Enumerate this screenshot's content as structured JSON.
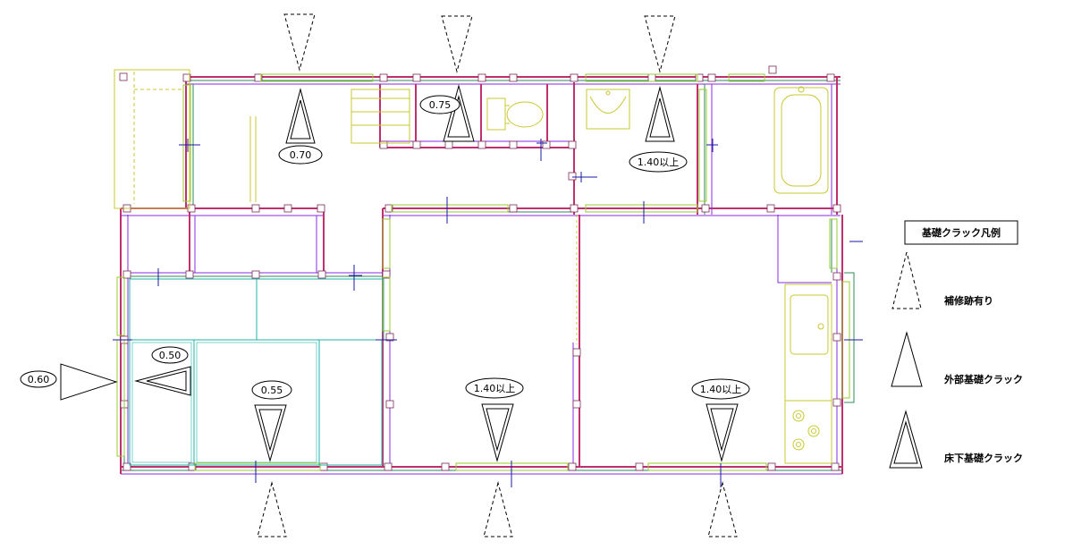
{
  "legend": {
    "title": "基礎クラック凡例",
    "items": [
      {
        "label": "補修跡有り",
        "icon": "dashed-triangle-icon"
      },
      {
        "label": "外部基礎クラック",
        "icon": "outline-triangle-icon"
      },
      {
        "label": "床下基礎クラック",
        "icon": "double-triangle-icon"
      }
    ]
  },
  "crack_markers": [
    {
      "id": "west-ext",
      "label": "0.60",
      "type": "exterior"
    },
    {
      "id": "entry-floor",
      "label": "0.70",
      "type": "underfloor"
    },
    {
      "id": "toilet-floor",
      "label": "0.75",
      "type": "underfloor"
    },
    {
      "id": "wash-floor",
      "label": "1.40以上",
      "type": "underfloor"
    },
    {
      "id": "tatami-small-floor",
      "label": "0.50",
      "type": "underfloor"
    },
    {
      "id": "tatami-room-floor",
      "label": "0.55",
      "type": "underfloor"
    },
    {
      "id": "living-floor",
      "label": "1.40以上",
      "type": "underfloor"
    },
    {
      "id": "dining-floor",
      "label": "1.40以上",
      "type": "underfloor"
    }
  ],
  "colors": {
    "wall_outer": "#c0306e",
    "wall_inner": "#8a2be2",
    "frame": "#2e8b57",
    "fixture": "#c8c832",
    "tatami": "#20b2aa",
    "hatch": "#1a1aa0"
  }
}
